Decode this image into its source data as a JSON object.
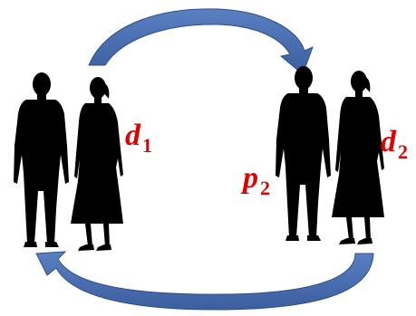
{
  "colors": {
    "arrow_fill": "#4a6fb0",
    "arrow_edge": "#2d4f8a",
    "silhouette": "#000000",
    "label": "#e00000"
  },
  "labels": {
    "d1": {
      "main": "d",
      "sub": "1"
    },
    "p2": {
      "main": "p",
      "sub": "2"
    },
    "d2": {
      "main": "d",
      "sub": "2"
    }
  },
  "icons": {
    "left_man": "man-silhouette-icon",
    "left_woman": "woman-silhouette-icon",
    "right_man": "man-silhouette-icon",
    "right_woman": "woman-silhouette-icon",
    "top_arrow": "curved-arrow-right-icon",
    "bottom_arrow": "curved-arrow-left-icon"
  }
}
